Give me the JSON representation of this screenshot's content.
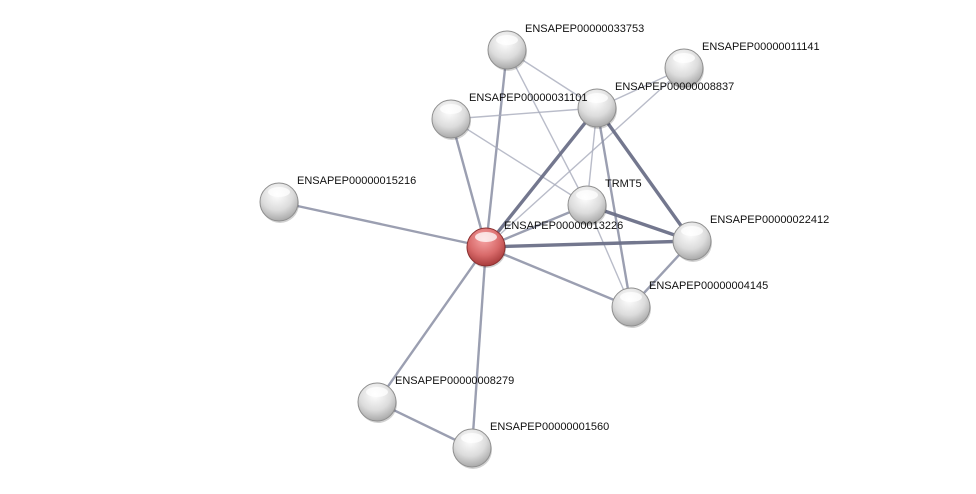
{
  "network": {
    "nodes": [
      {
        "id": "ENSAPEP00000033753",
        "label": "ENSAPEP00000033753",
        "color": "#d9d9d9"
      },
      {
        "id": "ENSAPEP00000011141",
        "label": "ENSAPEP00000011141",
        "color": "#d9d9d9"
      },
      {
        "id": "ENSAPEP00000031101",
        "label": "ENSAPEP00000031101",
        "color": "#d9d9d9"
      },
      {
        "id": "ENSAPEP00000008837",
        "label": "ENSAPEP00000008837",
        "color": "#d9d9d9"
      },
      {
        "id": "ENSAPEP00000015216",
        "label": "ENSAPEP00000015216",
        "color": "#d9d9d9"
      },
      {
        "id": "TRMT5",
        "label": "TRMT5",
        "color": "#d9d9d9"
      },
      {
        "id": "ENSAPEP00000013226",
        "label": "ENSAPEP00000013226",
        "color": "#e06666",
        "query": true
      },
      {
        "id": "ENSAPEP00000022412",
        "label": "ENSAPEP00000022412",
        "color": "#d9d9d9"
      },
      {
        "id": "ENSAPEP00000004145",
        "label": "ENSAPEP00000004145",
        "color": "#d9d9d9"
      },
      {
        "id": "ENSAPEP00000008279",
        "label": "ENSAPEP00000008279",
        "color": "#d9d9d9"
      },
      {
        "id": "ENSAPEP00000001560",
        "label": "ENSAPEP00000001560",
        "color": "#d9d9d9"
      }
    ],
    "edges": [
      {
        "a": "ENSAPEP00000033753",
        "b": "ENSAPEP00000013226",
        "strength": 2
      },
      {
        "a": "ENSAPEP00000033753",
        "b": "TRMT5",
        "strength": 1
      },
      {
        "a": "ENSAPEP00000033753",
        "b": "ENSAPEP00000008837",
        "strength": 1
      },
      {
        "a": "ENSAPEP00000031101",
        "b": "ENSAPEP00000008837",
        "strength": 1
      },
      {
        "a": "ENSAPEP00000031101",
        "b": "TRMT5",
        "strength": 1
      },
      {
        "a": "ENSAPEP00000031101",
        "b": "ENSAPEP00000013226",
        "strength": 2
      },
      {
        "a": "ENSAPEP00000011141",
        "b": "ENSAPEP00000008837",
        "strength": 1
      },
      {
        "a": "ENSAPEP00000011141",
        "b": "ENSAPEP00000013226",
        "strength": 1
      },
      {
        "a": "ENSAPEP00000008837",
        "b": "ENSAPEP00000013226",
        "strength": 3
      },
      {
        "a": "ENSAPEP00000008837",
        "b": "TRMT5",
        "strength": 1
      },
      {
        "a": "ENSAPEP00000008837",
        "b": "ENSAPEP00000022412",
        "strength": 3
      },
      {
        "a": "ENSAPEP00000008837",
        "b": "ENSAPEP00000004145",
        "strength": 2
      },
      {
        "a": "TRMT5",
        "b": "ENSAPEP00000013226",
        "strength": 2
      },
      {
        "a": "TRMT5",
        "b": "ENSAPEP00000022412",
        "strength": 3
      },
      {
        "a": "TRMT5",
        "b": "ENSAPEP00000004145",
        "strength": 1
      },
      {
        "a": "ENSAPEP00000013226",
        "b": "ENSAPEP00000022412",
        "strength": 3
      },
      {
        "a": "ENSAPEP00000013226",
        "b": "ENSAPEP00000004145",
        "strength": 2
      },
      {
        "a": "ENSAPEP00000022412",
        "b": "ENSAPEP00000004145",
        "strength": 2
      },
      {
        "a": "ENSAPEP00000013226",
        "b": "ENSAPEP00000015216",
        "strength": 2
      },
      {
        "a": "ENSAPEP00000013226",
        "b": "ENSAPEP00000008279",
        "strength": 2
      },
      {
        "a": "ENSAPEP00000013226",
        "b": "ENSAPEP00000001560",
        "strength": 2
      },
      {
        "a": "ENSAPEP00000008279",
        "b": "ENSAPEP00000001560",
        "strength": 2
      }
    ]
  }
}
